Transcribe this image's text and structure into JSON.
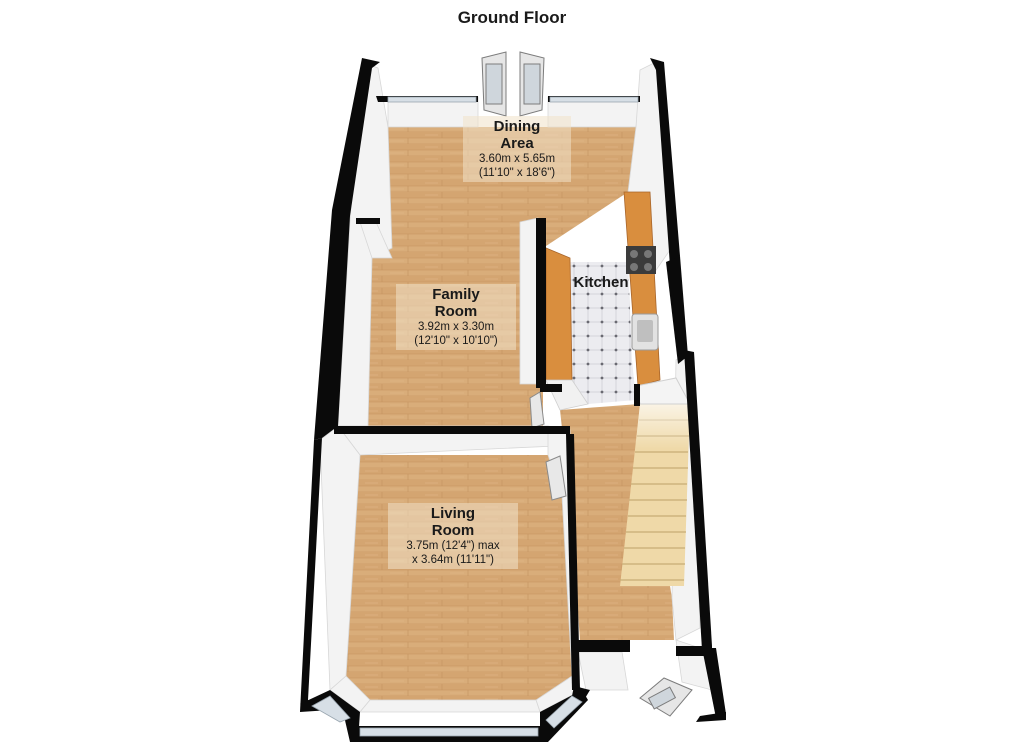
{
  "title": "Ground Floor",
  "rooms": {
    "dining": {
      "name_line1": "Dining",
      "name_line2": "Area",
      "dim_metric": "3.60m x 5.65m",
      "dim_imperial": "(11'10\" x 18'6\")"
    },
    "family": {
      "name_line1": "Family",
      "name_line2": "Room",
      "dim_metric": "3.92m x 3.30m",
      "dim_imperial": "(12'10\" x 10'10\")"
    },
    "kitchen": {
      "name": "Kitchen"
    },
    "living": {
      "name_line1": "Living",
      "name_line2": "Room",
      "dim_line1": "3.75m (12'4\") max",
      "dim_line2": "x 3.64m (11'11\")"
    }
  },
  "colors": {
    "wall_top": "#0a0a0a",
    "wall_face": "#f4f4f4",
    "floor_wood": "#d9ad7a",
    "kitchen_tile": "#e9e9ee",
    "worktop": "#d98e3e",
    "stairs": "#efd9a8"
  }
}
